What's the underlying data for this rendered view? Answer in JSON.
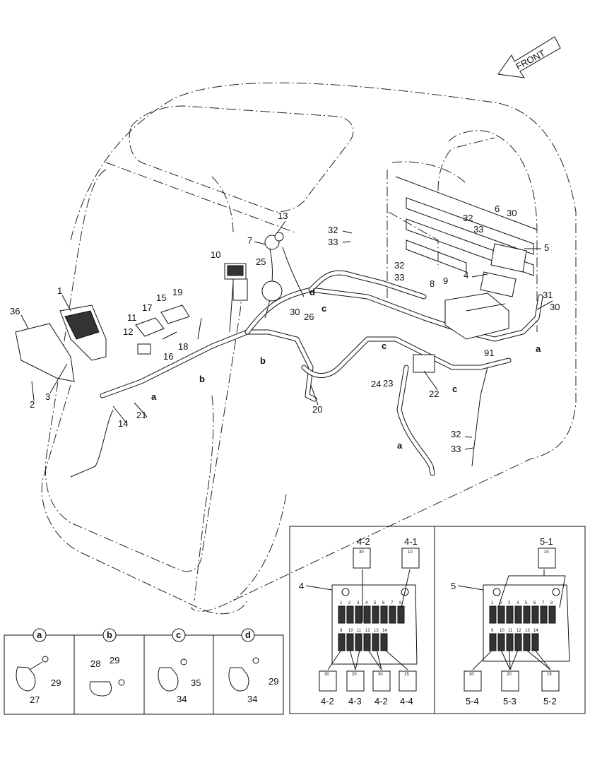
{
  "front_label": "FRONT",
  "callouts": [
    "1",
    "2",
    "3",
    "4",
    "6",
    "7",
    "8",
    "9",
    "10",
    "11",
    "12",
    "13",
    "14",
    "15",
    "16",
    "17",
    "18",
    "19",
    "20",
    "21",
    "22",
    "23",
    "24",
    "25",
    "26",
    "30",
    "31",
    "32",
    "33",
    "36",
    "91"
  ],
  "clamp_letters": [
    "a",
    "b",
    "c",
    "d"
  ],
  "detail_boxes": [
    {
      "letter": "a",
      "parts": [
        "29",
        "27"
      ]
    },
    {
      "letter": "b",
      "parts": [
        "28",
        "29"
      ]
    },
    {
      "letter": "c",
      "parts": [
        "35",
        "34"
      ]
    },
    {
      "letter": "d",
      "parts": [
        "29",
        "34"
      ]
    }
  ],
  "fuse_panel_4": {
    "label": "4",
    "top_fuses": [
      {
        "id": "4-2",
        "rating": "30"
      },
      {
        "id": "4-1",
        "rating": "10"
      }
    ],
    "row1_numbers": [
      "1",
      "2",
      "3",
      "4",
      "5",
      "6",
      "7",
      "8"
    ],
    "row2_numbers": [
      "9",
      "10",
      "11",
      "12",
      "13",
      "14"
    ],
    "bottom_fuses": [
      {
        "id": "4-2",
        "rating": "30"
      },
      {
        "id": "4-3",
        "rating": "20"
      },
      {
        "id": "4-2",
        "rating": "30"
      },
      {
        "id": "4-4",
        "rating": "15"
      }
    ]
  },
  "fuse_panel_5": {
    "label": "5",
    "top_fuses": [
      {
        "id": "5-1",
        "rating": "10"
      }
    ],
    "row1_numbers": [
      "1",
      "2",
      "3",
      "4",
      "5",
      "6",
      "7",
      "8"
    ],
    "row2_numbers": [
      "9",
      "10",
      "11",
      "12",
      "13",
      "14"
    ],
    "bottom_fuses": [
      {
        "id": "5-4",
        "rating": "30"
      },
      {
        "id": "5-3",
        "rating": "20"
      },
      {
        "id": "5-2",
        "rating": "15"
      }
    ]
  }
}
